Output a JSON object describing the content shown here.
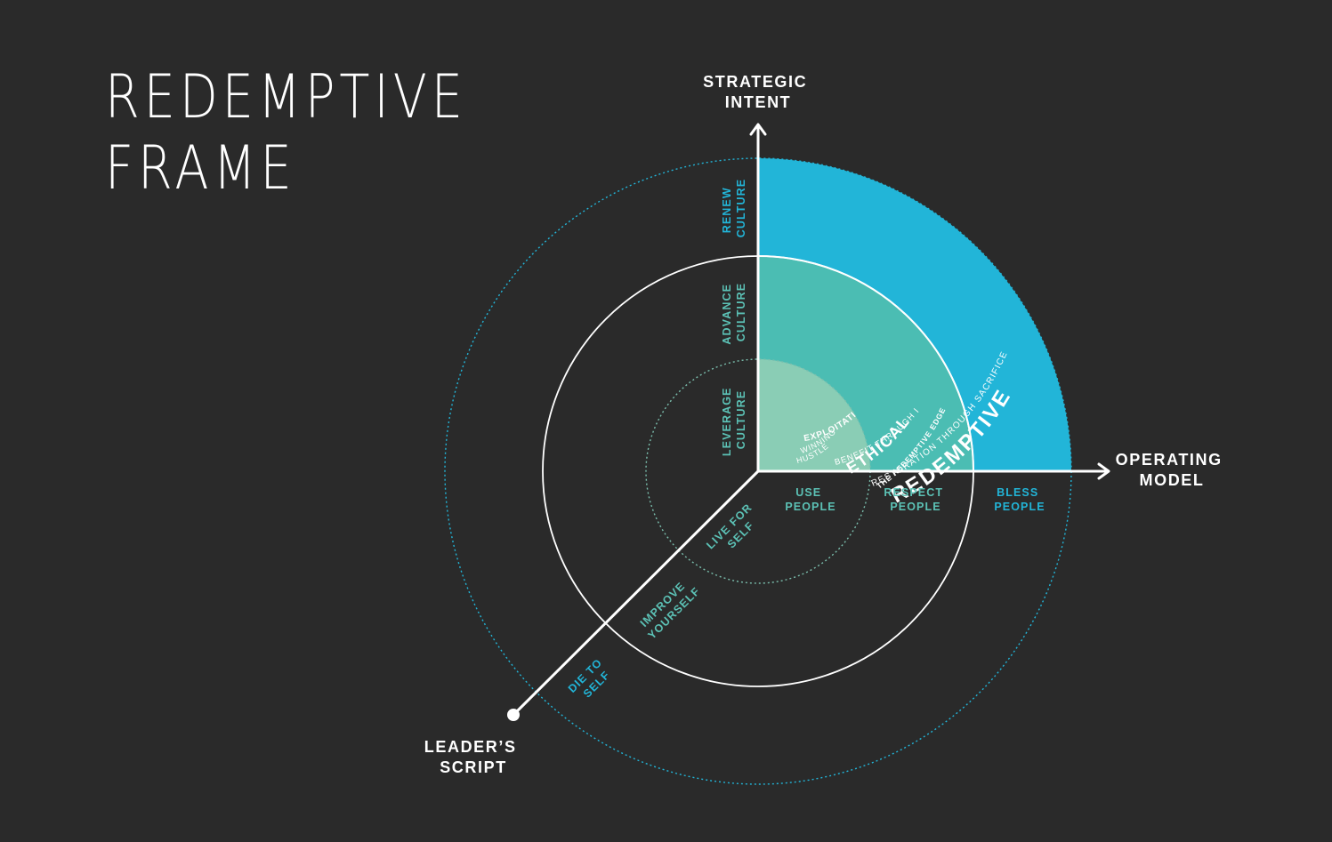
{
  "title": {
    "line1": "REDEMPTIVE",
    "line2": "FRAME"
  },
  "axes": {
    "y_line1": "STRATEGIC",
    "y_line2": "INTENT",
    "x_line1": "OPERATING",
    "x_line2": "MODEL",
    "d_line1": "LEADER’S",
    "d_line2": "SCRIPT"
  },
  "zones": {
    "redemptive": {
      "name": "REDEMPTIVE",
      "subtitle": "RESTORATION THROUGH SACRIFICE",
      "color": "#22b5d8"
    },
    "edge_label": "THE REDEMPTIVE EDGE",
    "ethical": {
      "name": "ETHICAL",
      "subtitle": "BENEFIT THROUGH INTEGRITY",
      "color": "#4bbdb3"
    },
    "exploitative": {
      "name": "EXPLOITATIVE",
      "subtitle1": "WINNING =",
      "subtitle2": "HUSTLE",
      "color": "#8acdb5"
    }
  },
  "culture_labels": {
    "renew": [
      "RENEW",
      "CULTURE"
    ],
    "advance": [
      "ADVANCE",
      "CULTURE"
    ],
    "leverage": [
      "LEVERAGE",
      "CULTURE"
    ]
  },
  "people_labels": {
    "use": [
      "USE",
      "PEOPLE"
    ],
    "respect": [
      "RESPECT",
      "PEOPLE"
    ],
    "bless": [
      "BLESS",
      "PEOPLE"
    ]
  },
  "self_labels": {
    "live": [
      "LIVE FOR",
      "SELF"
    ],
    "improve": [
      "IMPROVE",
      "YOURSELF"
    ],
    "die": [
      "DIE TO",
      "SELF"
    ]
  },
  "colors": {
    "background": "#2a2a2a",
    "teal_text": "#5cc2b6",
    "blue_text": "#22b5d8",
    "inner_ring": "#7bbfae",
    "outer_ring": "#22b5d8",
    "white": "#ffffff"
  }
}
